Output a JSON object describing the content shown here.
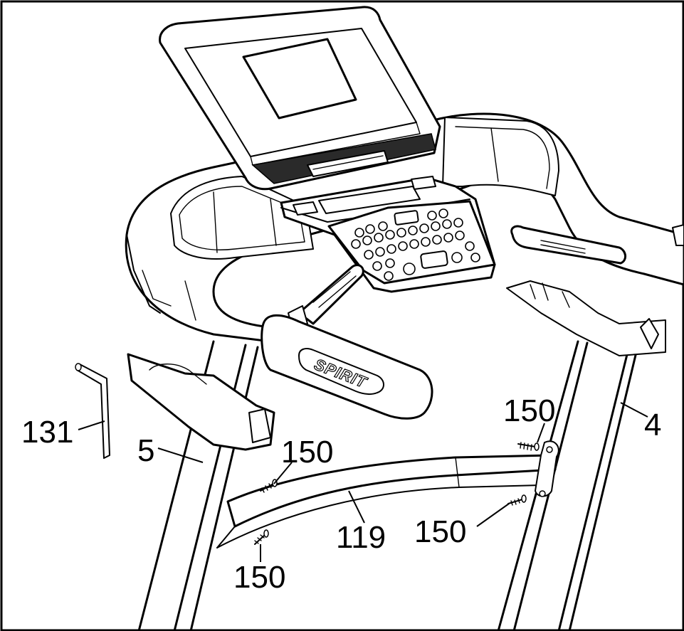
{
  "brand_label": "SPIRIT",
  "callouts": [
    {
      "id": "tool-allen-key",
      "text": "131"
    },
    {
      "id": "upright-left",
      "text": "5"
    },
    {
      "id": "upright-right",
      "text": "4"
    },
    {
      "id": "crossbar",
      "text": "119"
    },
    {
      "id": "screw-top-right",
      "text": "150"
    },
    {
      "id": "screw-left-upper",
      "text": "150"
    },
    {
      "id": "screw-right-lower",
      "text": "150"
    },
    {
      "id": "screw-left-lower",
      "text": "150"
    }
  ]
}
